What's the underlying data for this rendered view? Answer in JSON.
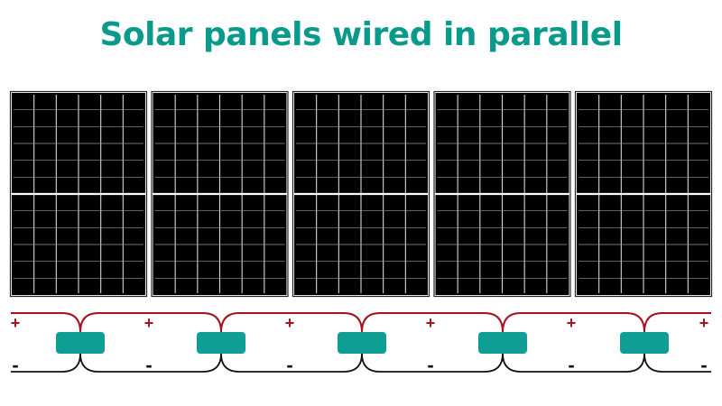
{
  "title": "Solar panels wired in parallel",
  "colors": {
    "title": "#0a9a8c",
    "positive": "#a3141d",
    "negative": "#111111",
    "connector": "#0e9e93",
    "panel": "#000000",
    "grid": "#d8d8d8"
  },
  "panels": {
    "count": 5,
    "columns": 6,
    "rows_per_half": 6
  },
  "terminals": {
    "positive_symbol": "+",
    "negative_symbol": "-",
    "connector_count": 5
  }
}
